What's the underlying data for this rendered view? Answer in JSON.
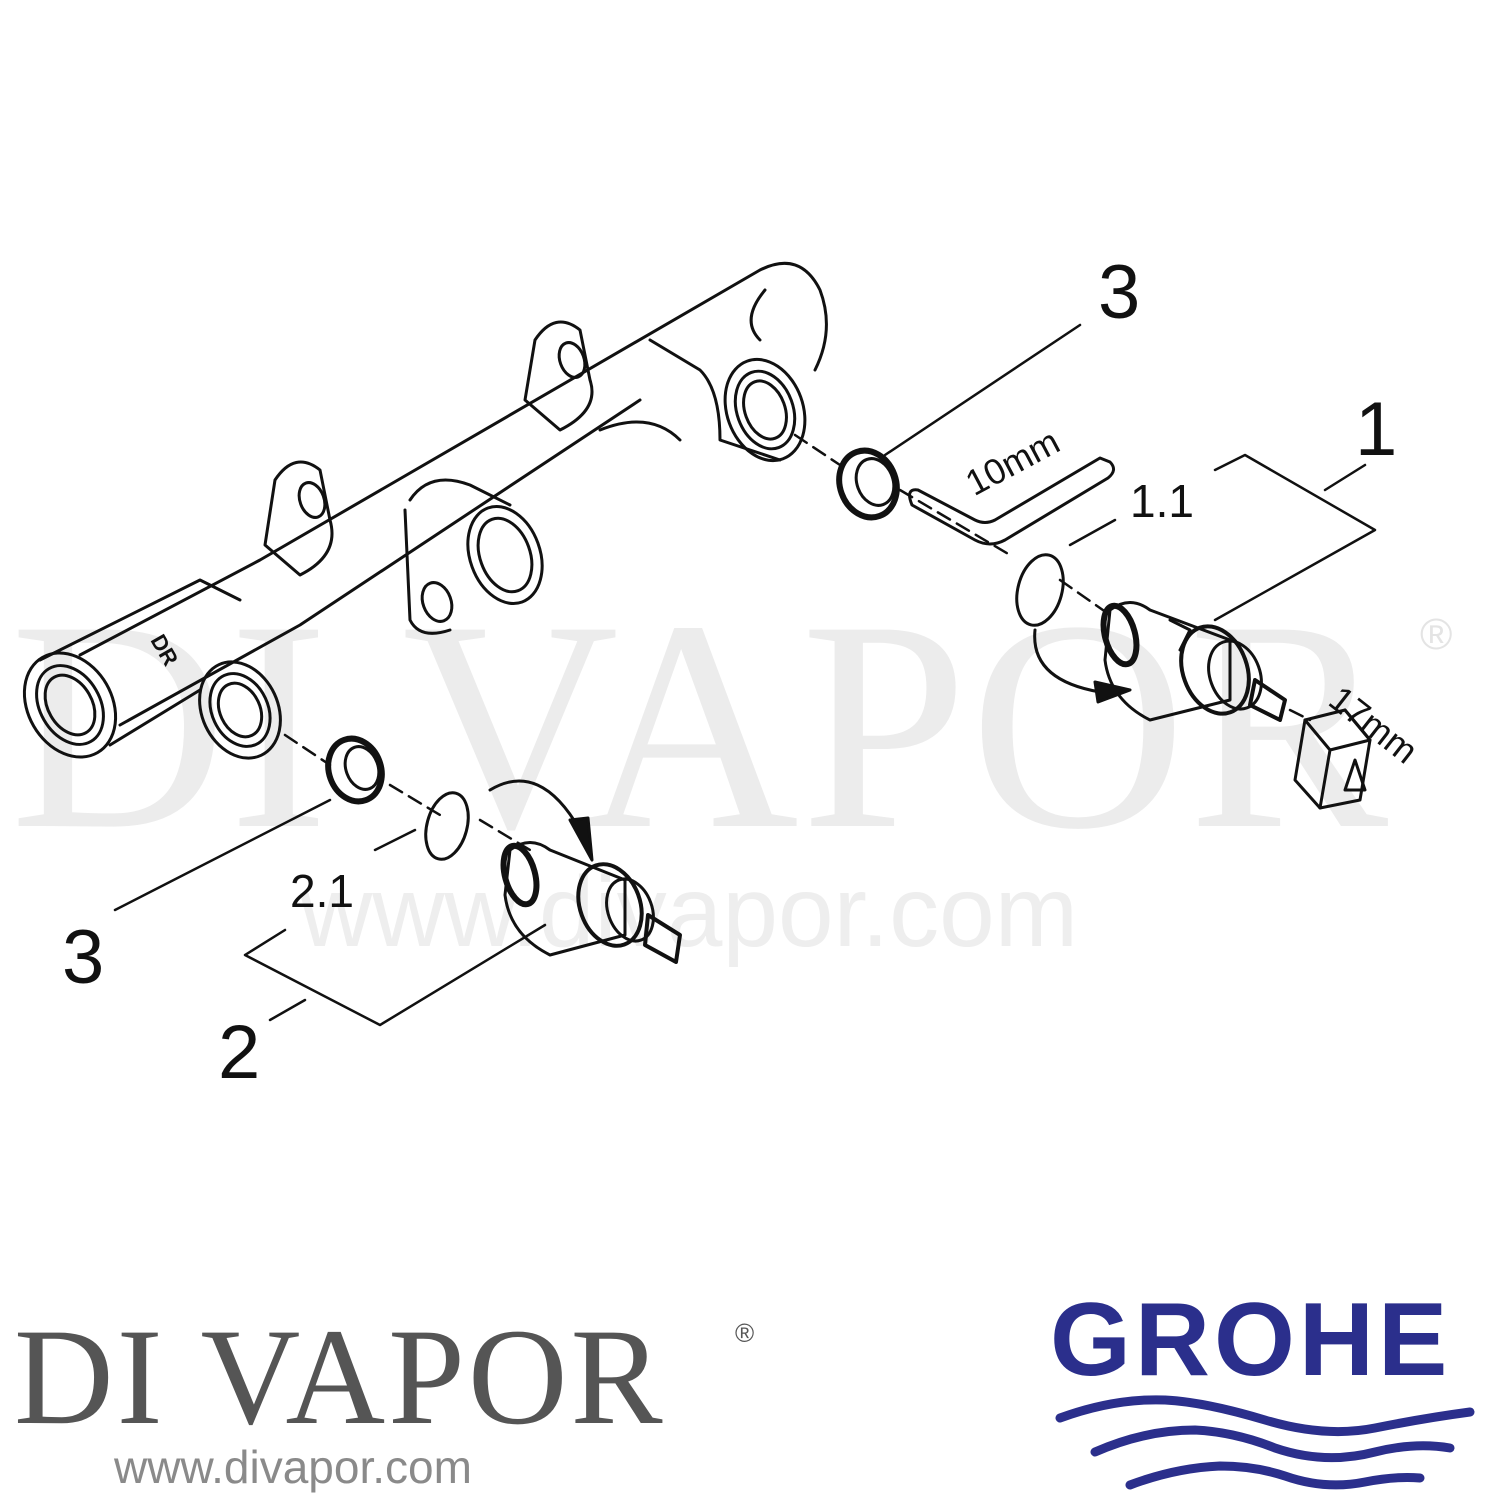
{
  "watermark": {
    "brand": "DI VAPOR",
    "registered": "®",
    "url": "www.divapor.com"
  },
  "diagram": {
    "title": "Grohe valve body exploded parts diagram",
    "callouts": [
      {
        "id": "1",
        "label": "1",
        "part": "Headpart / cartridge (right)"
      },
      {
        "id": "1.1",
        "label": "1.1",
        "part": "O-ring (right)"
      },
      {
        "id": "2",
        "label": "2",
        "part": "Headpart / cartridge (left)"
      },
      {
        "id": "2.1",
        "label": "2.1",
        "part": "O-ring (left)"
      },
      {
        "id": "3a",
        "label": "3",
        "part": "Check valve / insert (right)"
      },
      {
        "id": "3b",
        "label": "3",
        "part": "Check valve / insert (left)"
      }
    ],
    "tools": [
      {
        "label": "10mm",
        "tool": "hex key"
      },
      {
        "label": "17mm",
        "tool": "socket"
      }
    ],
    "body_marking": "DR"
  },
  "footer": {
    "divapor": {
      "name": "DI VAPOR",
      "registered": "®",
      "url": "www.divapor.com",
      "color": "#555555",
      "url_color": "#8a8a8a"
    },
    "grohe": {
      "name": "GROHE",
      "color": "#2b2f8c"
    }
  }
}
